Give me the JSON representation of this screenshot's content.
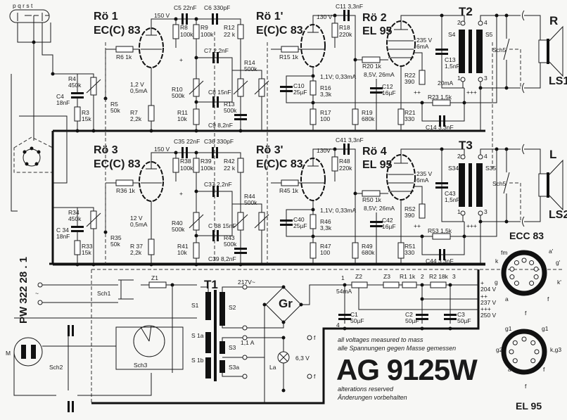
{
  "connector": {
    "pins": "p q r s t"
  },
  "side_label": "PW 322 28 . 1",
  "top_channel": {
    "ro1": "Rö 1",
    "ro1_type": "EC(C) 83",
    "v150": "150 V",
    "c5": "C5 22nF",
    "c6": "C6 330pF",
    "r8": "R8",
    "r8v": "100k",
    "r9": "R9",
    "r9v": "100k",
    "r12": "R12",
    "r12v": "22 k",
    "r6": "R6 1k",
    "r4": "R4",
    "r4v": "450k",
    "c4": "C4",
    "c4v": "18nF",
    "r3": "R3",
    "r3v": "15k",
    "r5": "R5",
    "r5v": "50k",
    "op1": "1,2 V",
    "op1b": "0,5mA",
    "r7": "R7",
    "r7v": "2,2k",
    "r10": "R10",
    "r10v": "500k",
    "r11": "R11",
    "r11v": "10k",
    "c7": "C7 2,2nF",
    "c8": "C8 15nF",
    "r13": "R13",
    "r13v": "500k",
    "r14": "R14",
    "r14v": "500k",
    "c9": "C9 8,2nF",
    "ro1p": "Rö 1'",
    "ro1p_type": "E(C)C 83",
    "v130": "130 V",
    "c11": "C11 3,3nF",
    "r18": "R18",
    "r18v": "220k",
    "ro2": "Rö 2",
    "ro2_type": "EL 95",
    "r15": "R15 1k",
    "c10": "C10",
    "c10v": "25µF",
    "op2": "1,1V; 0,33mA",
    "r16": "R16",
    "r16v": "3,3k",
    "r17": "R17",
    "r17v": "100",
    "r19": "R19",
    "r19v": "680k",
    "r20": "R20 1k",
    "op3": "8,5V, 26mA",
    "c12": "C12",
    "c12v": "16µF",
    "r22": "R22",
    "r22v": "390",
    "r21": "R21",
    "r21v": "330",
    "op4": "235 V",
    "op4b": "6mA",
    "c13": "C13",
    "c13v": "1,5nF",
    "t2": "T2",
    "s4": "S4",
    "s5": "S5",
    "ma20": "20mA",
    "sch5": "Sch5",
    "ch": "R",
    "ls": "LS1",
    "r23": "R23 1,5k",
    "c14": "C14 3,3nF",
    "pp": "++",
    "ppp": "+++",
    "plus": "+",
    "pin2": "2",
    "pin4": "4",
    "pin1": "1",
    "pin3": "3"
  },
  "bottom_channel": {
    "ro1": "Rö 3",
    "ro1_type": "EC(C) 83",
    "v150": "150 V",
    "c5": "C35 22nF",
    "c6": "C36 330pF",
    "r8": "R38",
    "r8v": "100k",
    "r9": "R39",
    "r9v": "100k",
    "r12": "R42",
    "r12v": "22 k",
    "r6": "R36 1k",
    "r4": "R34",
    "r4v": "450k",
    "c4": "C 34",
    "c4v": "18nF",
    "r3": "R33",
    "r3v": "15k",
    "r5": "R35",
    "r5v": "50k",
    "op1": "12 V",
    "op1b": "0,5mA",
    "r7": "R 37",
    "r7v": "2,2k",
    "r10": "R40",
    "r10v": "500k",
    "r11": "R41",
    "r11v": "10k",
    "c7": "C37 2,2nF",
    "c8": "C 38 15nF",
    "r13": "R43",
    "r13v": "500k",
    "r14": "R44",
    "r14v": "500k",
    "c9": "C39 8,2nF",
    "ro1p": "Rö 3'",
    "ro1p_type": "E(C)C 83",
    "v130": "130V",
    "c11": "C41 3,3nF",
    "r18": "R48",
    "r18v": "220k",
    "ro2": "Rö 4",
    "ro2_type": "EL 95",
    "r15": "R45 1k",
    "c10": "C40",
    "c10v": "25µF",
    "op2": "1,1V; 0,33mA",
    "r16": "R46",
    "r16v": "3,3k",
    "r17": "R47",
    "r17v": "100",
    "r19": "R49",
    "r19v": "680k",
    "r20": "R50 1k",
    "op3": "8,5V; 26mA",
    "c12": "C42",
    "c12v": "16µF",
    "r22": "R52",
    "r22v": "390",
    "r21": "R51",
    "r21v": "330",
    "op4": "235 V",
    "op4b": "6mA",
    "c13": "C43",
    "c13v": "1,5nF",
    "t2": "T3",
    "s4": "S34",
    "s5": "S35",
    "ma20": "",
    "sch5": "Sch5",
    "ch": "L",
    "ls": "LS2",
    "r23": "R53 1,5k",
    "c14": "C44 3,3nF",
    "pp": "++",
    "ppp": "+++",
    "plus": "+",
    "pin2": "2",
    "pin4": "4",
    "pin1": "1",
    "pin3": "3"
  },
  "power_supply": {
    "mains": "~",
    "sch1": "Sch1",
    "z1": "Z1",
    "t1": "T1",
    "s1": "S1",
    "s2": "S2",
    "v217": "217V~",
    "s1a": "S 1a",
    "s1b": "S 1b",
    "s3": "S3",
    "a11": "1,1 A",
    "s3a": "S3a",
    "gr": "Gr",
    "la": "La",
    "v63": "6,3 V",
    "f": "f",
    "sch3": "Sch3",
    "sch2": "Sch2",
    "m": "M",
    "z2": "Z2",
    "ma54": "54mA",
    "z3": "Z3",
    "r1": "R1 1k",
    "r2": "R2 18k",
    "c1": "C1",
    "c1v": "50µF",
    "c2": "C2",
    "c2v": "50µF",
    "c3": "C3",
    "c3v": "50µF",
    "p204": "+",
    "v204": "204 V",
    "p237": "++",
    "v237": "237 V",
    "p250": "+++",
    "v250": "250 V",
    "n1": "1",
    "n2": "2",
    "n3": "3",
    "n4": "4"
  },
  "notes": {
    "line1": "all voltages measured to mass",
    "line2": "alle Spannungen gegen Masse gemessen",
    "model": "AG 9125W",
    "line3": "alterations reserved",
    "line4": "Änderungen vorbehalten"
  },
  "sockets": {
    "ecc83": {
      "title": "ECC 83",
      "pins": [
        "fm",
        "a'",
        "g'",
        "k'",
        "k",
        "g",
        "a",
        "f",
        "f"
      ]
    },
    "el95": {
      "title": "EL 95",
      "pins": [
        "g1",
        "g1",
        "g2",
        "k,g3",
        "a",
        "f",
        "f"
      ]
    }
  },
  "colors": {
    "ink": "#1a1a1a",
    "paper": "#f7f7f5"
  }
}
